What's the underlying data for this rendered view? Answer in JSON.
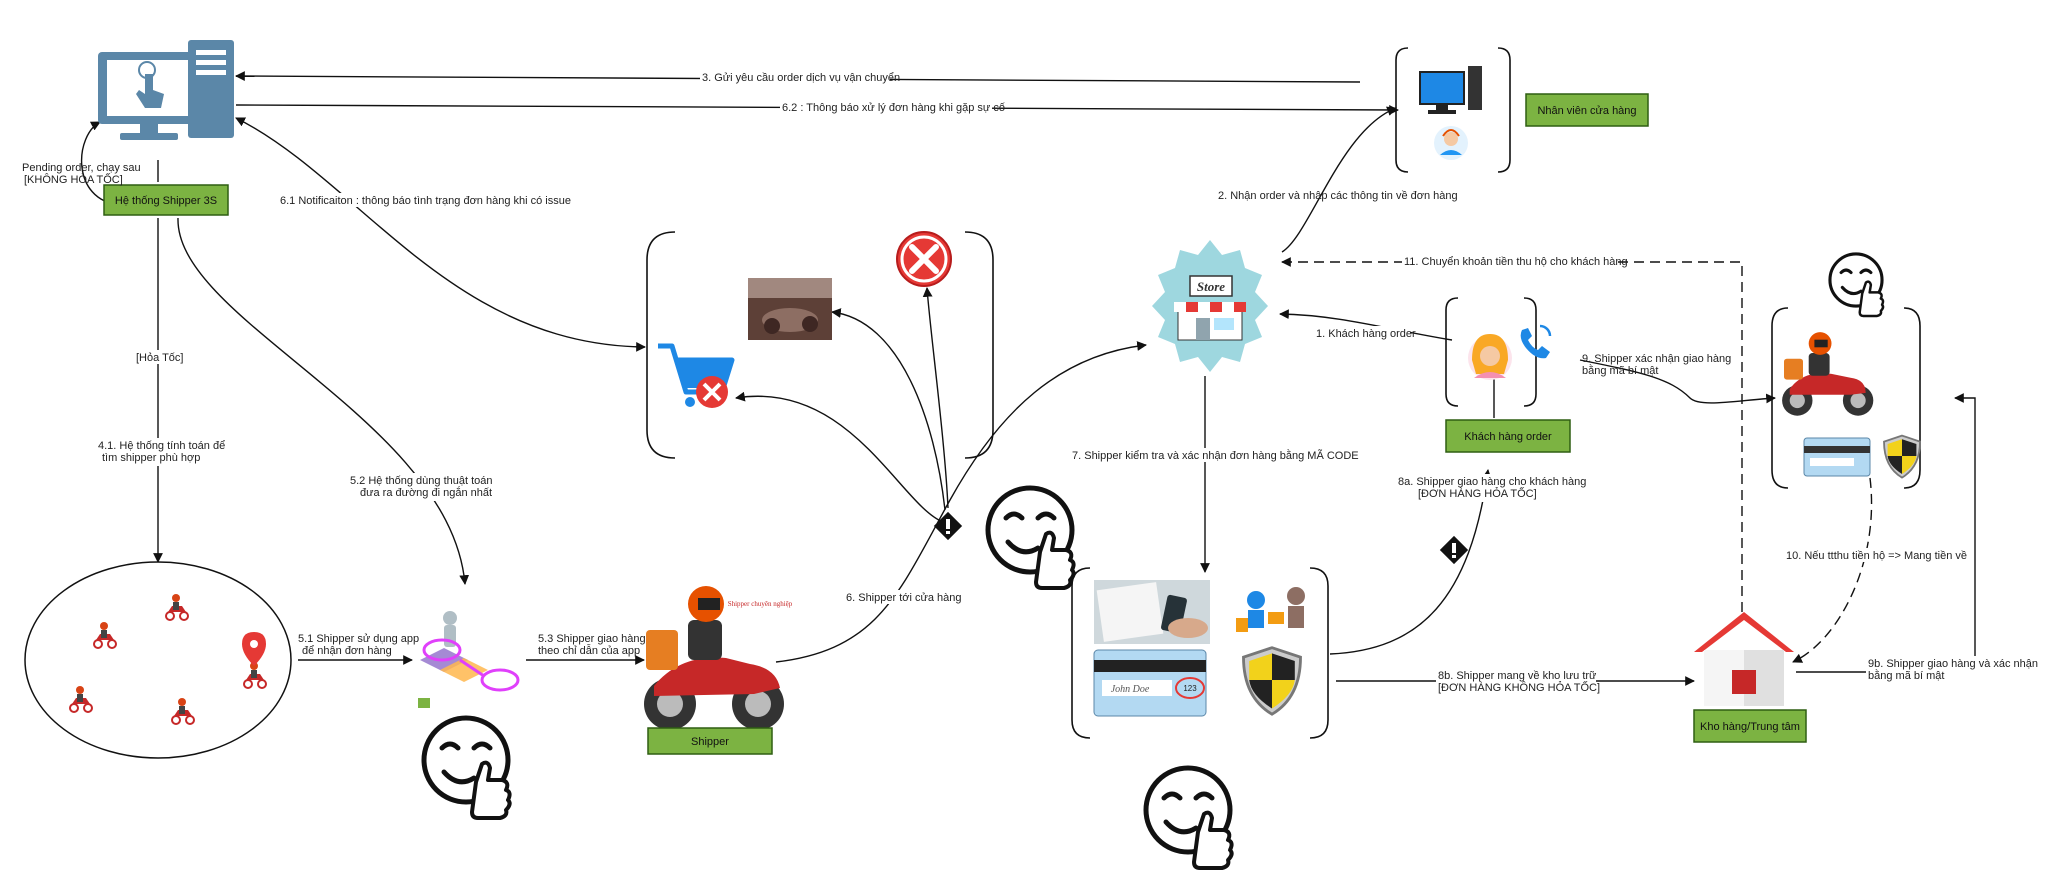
{
  "boxes": {
    "system": "Hệ thống Shipper 3S",
    "staff": "Nhân viên cửa hàng",
    "customer": "Khách hàng order",
    "shipper": "Shipper",
    "warehouse": "Kho hàng/Trung tâm"
  },
  "store_sign": "Store",
  "shipper_shirt": "Shipper chuyên nghiệp",
  "card_signature": "John Doe",
  "card_number": "123",
  "labels": {
    "step3": "3. Gửi yêu cầu order dịch vụ vận chuyển",
    "step62": "6.2 : Thông báo xử lý đơn hàng khi gặp sự cố",
    "pending_1": "Pending order, chạy sau",
    "pending_2": "[KHÔNG HỎA TỐC]",
    "step61": "6.1 Notificaiton : thông báo tình trạng đơn hàng khi có issue",
    "step2": "2. Nhận order và nhập các thông tin về đơn hàng",
    "step11": "11. Chuyển khoản tiền thu hộ cho khách hàng",
    "hoatoc": "[Hỏa Tốc]",
    "step41_1": "4.1. Hệ thống tính toán để",
    "step41_2": "tìm shipper phù hợp",
    "step52_1": "5.2 Hệ thống dùng thuật toán",
    "step52_2": "đưa ra đường đi ngắn nhất",
    "step1": "1. Khách hàng order",
    "step9_1": "9. Shipper xác nhận giao hàng",
    "step9_2": "bằng mã bí mật",
    "step7": "7. Shipper kiểm tra và xác nhận đơn hàng bằng MÃ CODE",
    "step8a_1": "8a. Shipper giao hàng cho khách hàng",
    "step8a_2": "[ĐƠN HÀNG HỎA TỐC]",
    "step10": "10. Nếu ttthu tiền hộ => Mang tiền về",
    "step51_1": "5.1 Shipper sử dụng app",
    "step51_2": "để nhận đơn hàng",
    "step53_1": "5.3 Shipper giao hàng",
    "step53_2": "theo chỉ dẫn của app",
    "step6": "6. Shipper tới cửa hàng",
    "step8b_1": "8b. Shipper mang về kho lưu trữ",
    "step8b_2": "[ĐƠN HÀNG KHÔNG HỎA TỐC]",
    "step9b_1": "9b. Shipper giao hàng và xác nhận",
    "step9b_2": "bằng mã bí mật"
  },
  "colors": {
    "green_box": "#7cb342",
    "green_border": "#2e5e12",
    "computer_blue": "#5b87a8",
    "store_teal": "#9ed7df",
    "red": "#e53935",
    "line": "#111111"
  },
  "icons": [
    "computer-icon",
    "store-icon",
    "cart-cancel-icon",
    "cancel-icon",
    "motorbike-icon",
    "smiley-thumb-icon",
    "shield-icon",
    "card-icon",
    "phone-icon",
    "warehouse-icon",
    "location-pin-icon",
    "decision-icon"
  ]
}
